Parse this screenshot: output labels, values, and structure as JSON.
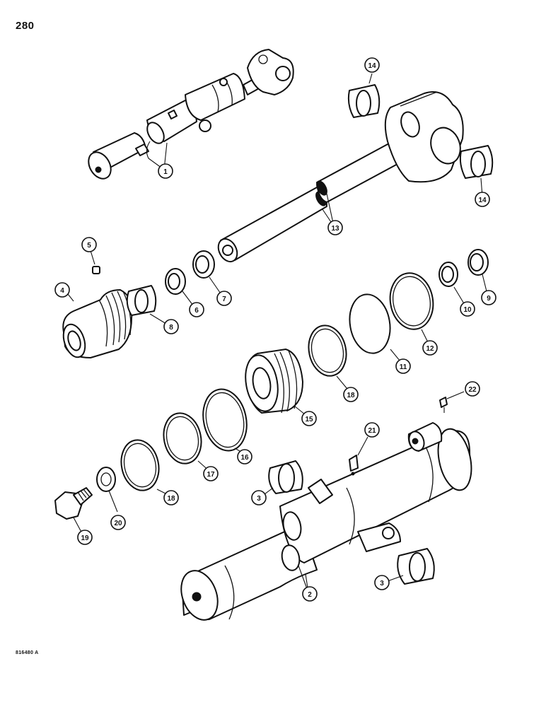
{
  "page": {
    "page_number": "280",
    "drawing_id": "816480 A"
  },
  "callouts": [
    {
      "id": "1",
      "label": "1"
    },
    {
      "id": "2",
      "label": "2"
    },
    {
      "id": "3a",
      "label": "3"
    },
    {
      "id": "3b",
      "label": "3"
    },
    {
      "id": "4",
      "label": "4"
    },
    {
      "id": "5",
      "label": "5"
    },
    {
      "id": "6",
      "label": "6"
    },
    {
      "id": "7",
      "label": "7"
    },
    {
      "id": "8",
      "label": "8"
    },
    {
      "id": "9",
      "label": "9"
    },
    {
      "id": "10",
      "label": "10"
    },
    {
      "id": "11",
      "label": "11"
    },
    {
      "id": "12",
      "label": "12"
    },
    {
      "id": "13",
      "label": "13"
    },
    {
      "id": "14a",
      "label": "14"
    },
    {
      "id": "14b",
      "label": "14"
    },
    {
      "id": "15",
      "label": "15"
    },
    {
      "id": "16",
      "label": "16"
    },
    {
      "id": "17",
      "label": "17"
    },
    {
      "id": "18a",
      "label": "18"
    },
    {
      "id": "18b",
      "label": "18"
    },
    {
      "id": "19",
      "label": "19"
    },
    {
      "id": "20",
      "label": "20"
    },
    {
      "id": "21",
      "label": "21"
    },
    {
      "id": "22",
      "label": "22"
    }
  ]
}
